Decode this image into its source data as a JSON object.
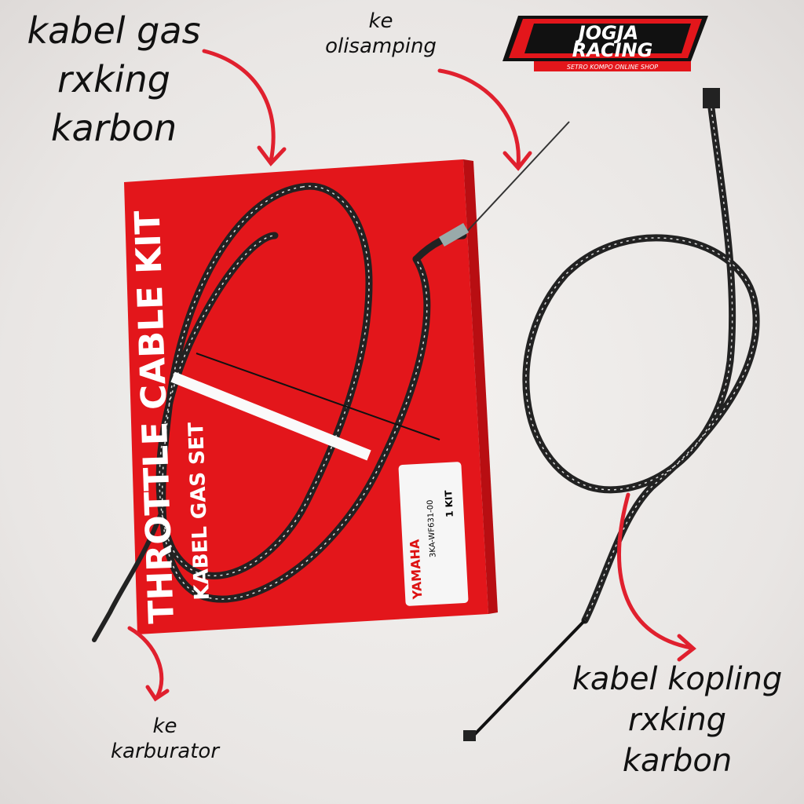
{
  "annotations": {
    "throttle_cable_line1": "kabel gas",
    "throttle_cable_line2": "rxking",
    "throttle_cable_line3": "karbon",
    "oil_pump_line1": "ke",
    "oil_pump_line2": "olisamping",
    "carburetor_line1": "ke",
    "carburetor_line2": "karburator",
    "clutch_cable_line1": "kabel kopling",
    "clutch_cable_line2": "rxking",
    "clutch_cable_line3": "karbon"
  },
  "logo": {
    "line1": "JOGJA",
    "line2": "RACING",
    "tagline": "SETRO KOMPO ONLINE SHOP"
  },
  "box": {
    "title": "THROTTLE CABLE KIT",
    "subtitle": "KABEL GAS SET",
    "label_brand": "YAMAHA",
    "label_part_number": "3KA-WF631-00",
    "label_qty": "1 KIT"
  },
  "colors": {
    "box_red": "#e3161b",
    "arrow_red": "#e0202e",
    "cable": "#222222"
  }
}
